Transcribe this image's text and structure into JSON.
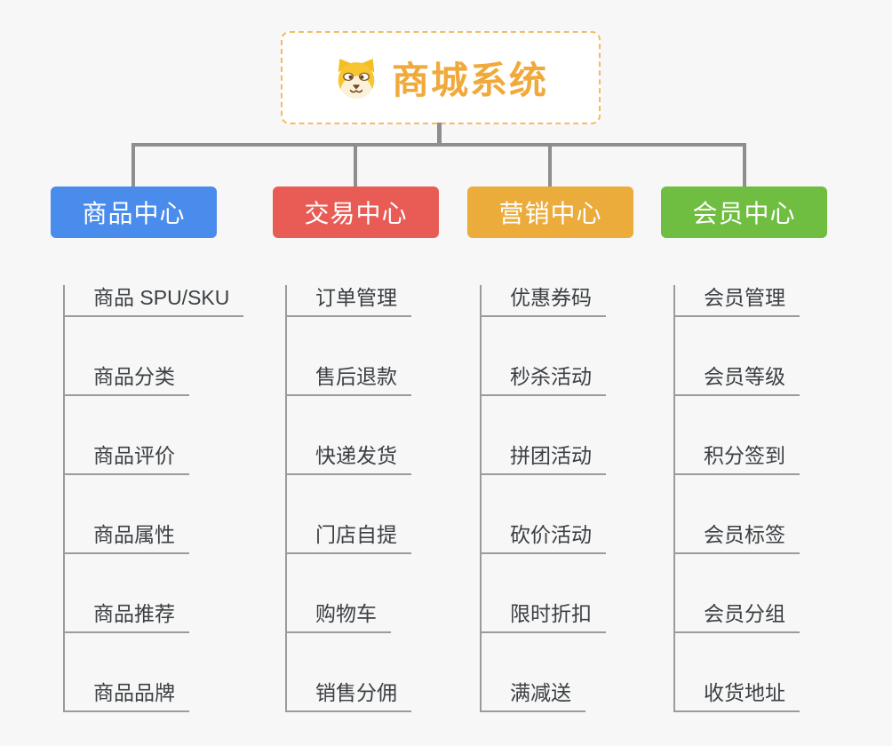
{
  "root": {
    "title": "商城系统",
    "icon": "dog-face-icon"
  },
  "colors": {
    "background": "#f7f7f7",
    "connector_gray": "#8e8e8e",
    "leaf_line_gray": "#9b9b9b",
    "root_text": "#f0a93b",
    "root_border": "#f3bc64",
    "leaf_text": "#3c4043"
  },
  "branches": [
    {
      "label": "商品中心",
      "color": "#4a8cec",
      "items": [
        "商品 SPU/SKU",
        "商品分类",
        "商品评价",
        "商品属性",
        "商品推荐",
        "商品品牌"
      ]
    },
    {
      "label": "交易中心",
      "color": "#e85c55",
      "items": [
        "订单管理",
        "售后退款",
        "快递发货",
        "门店自提",
        "购物车",
        "销售分佣"
      ]
    },
    {
      "label": "营销中心",
      "color": "#ebac3c",
      "items": [
        "优惠券码",
        "秒杀活动",
        "拼团活动",
        "砍价活动",
        "限时折扣",
        "满减送"
      ]
    },
    {
      "label": "会员中心",
      "color": "#6fbe41",
      "items": [
        "会员管理",
        "会员等级",
        "积分签到",
        "会员标签",
        "会员分组",
        "收货地址"
      ]
    }
  ]
}
